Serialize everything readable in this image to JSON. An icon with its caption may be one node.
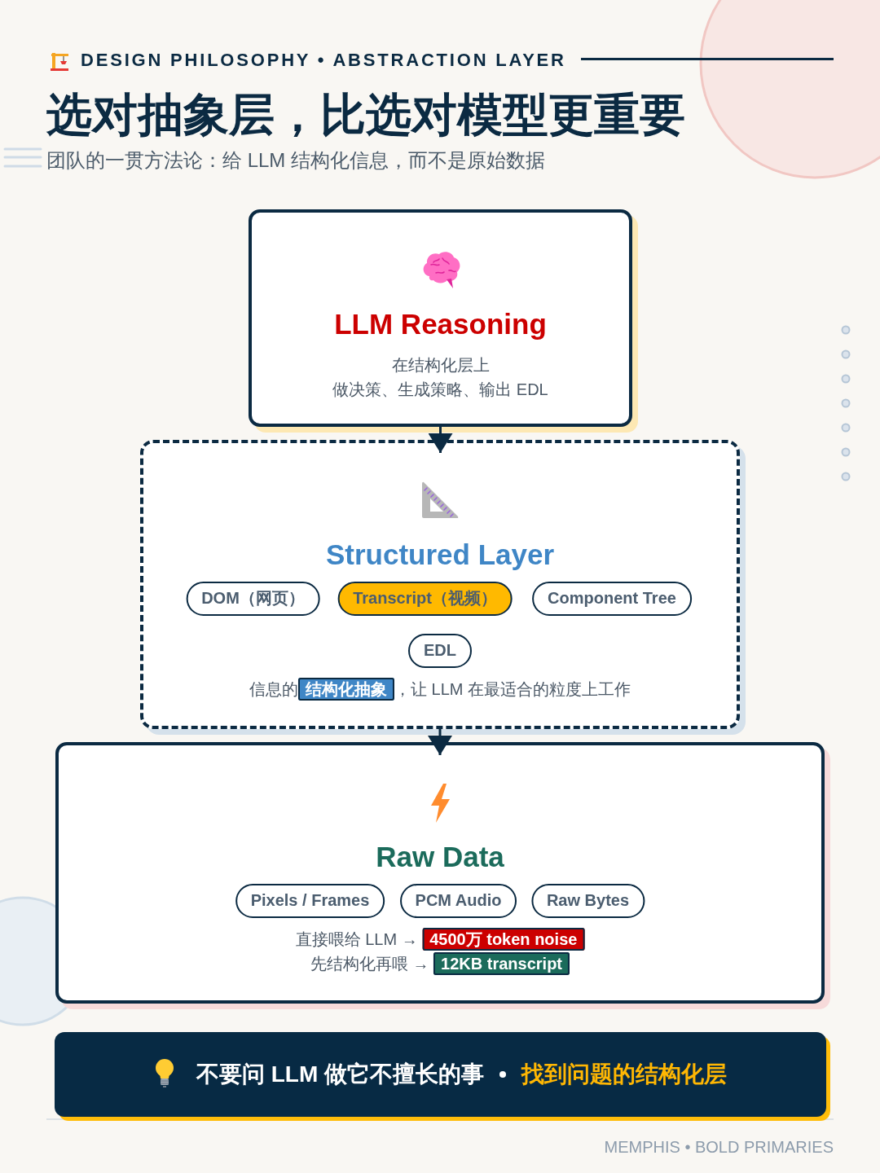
{
  "diagram": {
    "title": "选对抽象层，比选对模型更重要",
    "nodes": [
      {
        "text": [
          "LLM Reasoning",
          "在结构化层上",
          "做决策、生成策略、输出 EDL"
        ]
      },
      {
        "text": [
          "Structured Layer",
          "信息的**结构化抽象**，让 LLM 在最适合的粒度上工作"
        ]
      },
      {
        "text": [
          "DOM（网页）"
        ],
        "in": 1
      },
      {
        "text": [
          "Transcript（视频）"
        ],
        "in": 1
      },
      {
        "text": [
          "Component Tree"
        ],
        "in": 1
      },
      {
        "text": [
          "EDL"
        ],
        "in": 1
      },
      {
        "text": [
          "Raw Data",
          "直接喂给 LLM → **4500万 token noise**",
          "先结构化再喂 → **12KB transcript**"
        ]
      },
      {
        "text": [
          "Pixels / Frames"
        ],
        "in": 6
      },
      {
        "text": [
          "PCM Audio"
        ],
        "in": 6
      },
      {
        "text": [
          "Raw Bytes"
        ],
        "in": 6
      },
      {
        "text": [
          "不要问 LLM 做它不擅长的事",
          "找到问题的结构化层"
        ]
      }
    ],
    "edges": [
      {
        "from": 0,
        "to": 1,
        "arrow": "to"
      },
      {
        "from": 1,
        "to": 6,
        "arrow": "to"
      }
    ],
    "labels": [
      "DESIGN PHILOSOPHY • ABSTRACTION LAYER",
      "团队的一贯方法论：给 LLM 结构化信息，而不是原始数据",
      "MEMPHIS • BOLD PRIMARIES"
    ]
  }
}
